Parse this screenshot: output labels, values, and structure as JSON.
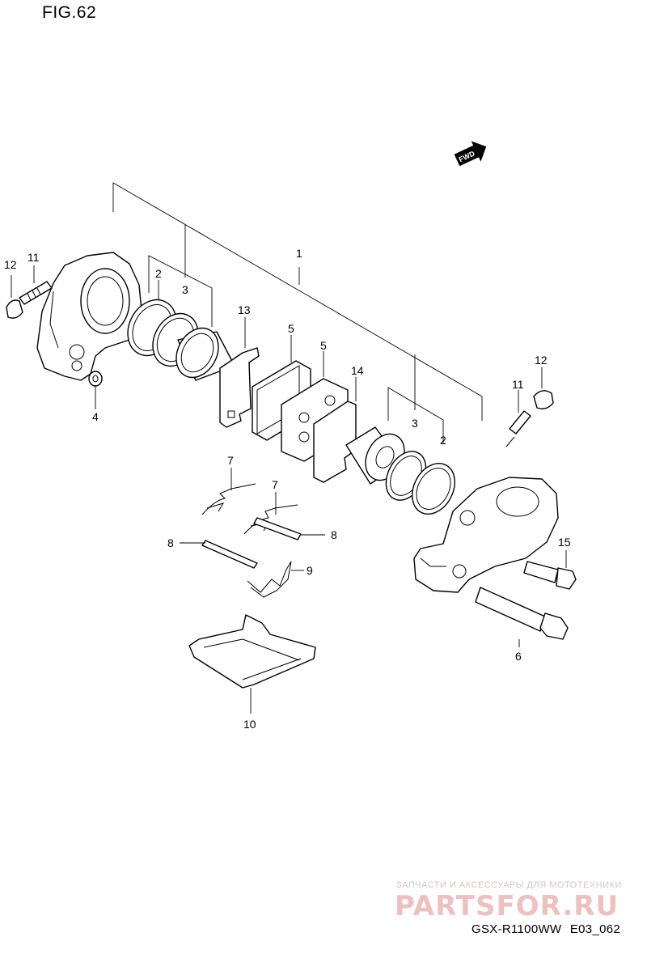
{
  "figure": {
    "title": "FIG.62"
  },
  "fwd_badge": {
    "text": "FWD"
  },
  "callouts": {
    "c1": "1",
    "c2a": "2",
    "c2b": "2",
    "c3a": "3",
    "c3b": "3",
    "c4": "4",
    "c5a": "5",
    "c5b": "5",
    "c6": "6",
    "c7a": "7",
    "c7b": "7",
    "c8a": "8",
    "c8b": "8",
    "c9": "9",
    "c10": "10",
    "c11a": "11",
    "c11b": "11",
    "c12a": "12",
    "c12b": "12",
    "c13": "13",
    "c14": "14",
    "c15": "15"
  },
  "watermark": {
    "tagline": "ЗАПЧАСТИ И АКСЕССУАРЫ ДЛЯ МОТОТЕХНИКИ",
    "brand": "PARTSFOR.RU"
  },
  "footer": {
    "model": "GSX-R1100WW",
    "code": "E03_062"
  }
}
